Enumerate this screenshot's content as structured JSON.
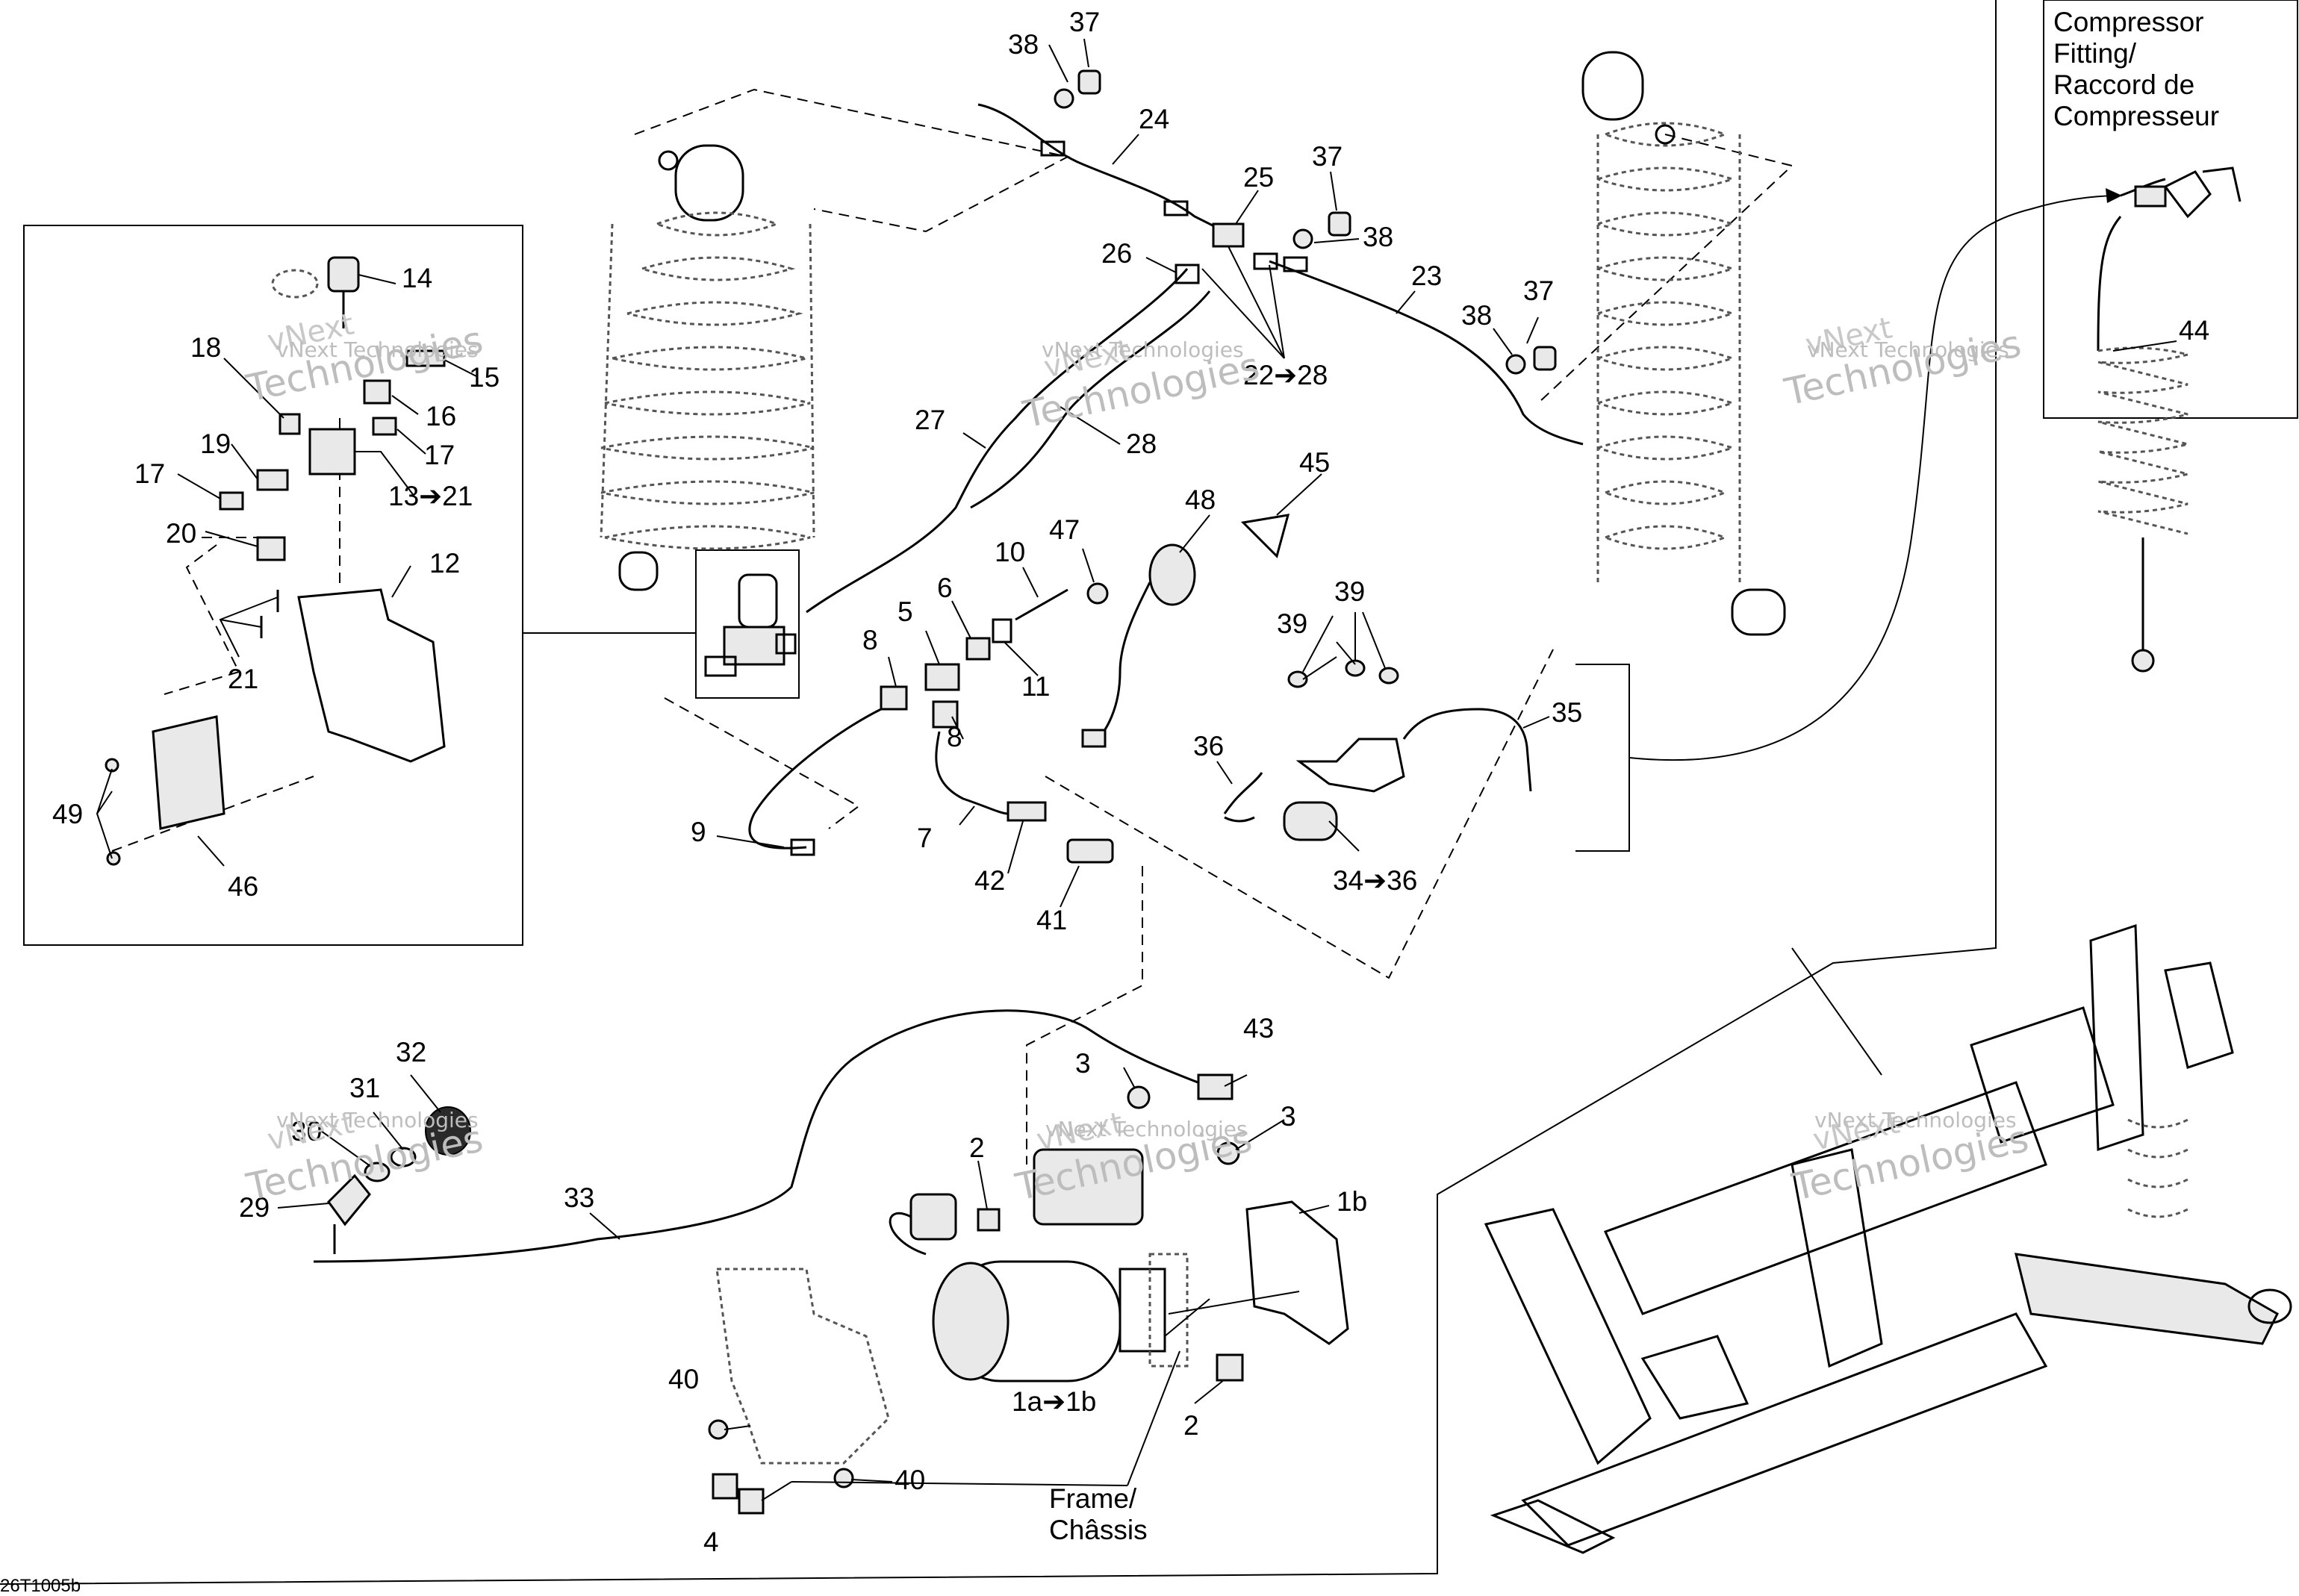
{
  "callouts": {
    "c1": "1a➔1b",
    "c1b": "1b",
    "c2a": "2",
    "c2b": "2",
    "c3a": "3",
    "c3b": "3",
    "c4": "4",
    "c5": "5",
    "c6": "6",
    "c7": "7",
    "c8a": "8",
    "c8b": "8",
    "c9": "9",
    "c10": "10",
    "c11": "11",
    "c12": "12",
    "c13": "13➔21",
    "c14": "14",
    "c15": "15",
    "c16": "16",
    "c17a": "17",
    "c17b": "17",
    "c18": "18",
    "c19": "19",
    "c20": "20",
    "c21": "21",
    "c22": "22➔28",
    "c23": "23",
    "c24": "24",
    "c25": "25",
    "c26": "26",
    "c27": "27",
    "c28": "28",
    "c29": "29",
    "c30": "30",
    "c31": "31",
    "c32": "32",
    "c33": "33",
    "c34": "34➔36",
    "c35": "35",
    "c36": "36",
    "c37a": "37",
    "c37b": "37",
    "c37c": "37",
    "c38a": "38",
    "c38b": "38",
    "c38c": "38",
    "c39a": "39",
    "c39b": "39",
    "c40a": "40",
    "c40b": "40",
    "c41": "41",
    "c42": "42",
    "c43": "43",
    "c44": "44",
    "c45": "45",
    "c46": "46",
    "c47": "47",
    "c48": "48",
    "c49": "49"
  },
  "captions": {
    "compressor_fitting": [
      "Compressor",
      "Fitting/",
      "Raccord de",
      "Compresseur"
    ],
    "frame": [
      "Frame/",
      "Châssis"
    ]
  },
  "watermark": {
    "name": "vNext Technologies",
    "parts": [
      "vNext",
      "Technologies"
    ]
  },
  "drawing_code": "26T1005b"
}
